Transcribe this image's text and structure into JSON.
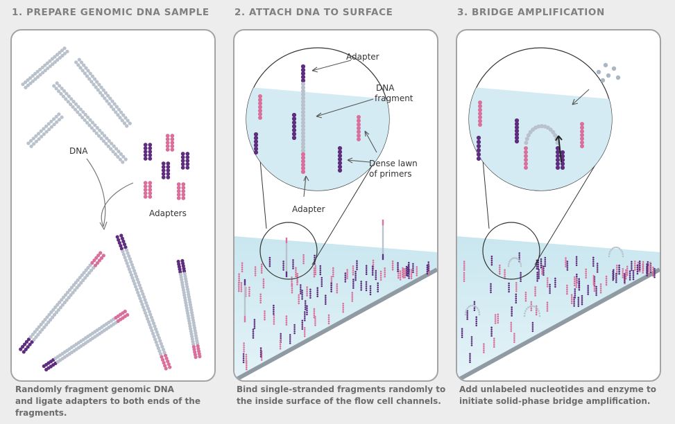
{
  "colors": {
    "adapter_dark": "#5e2d7e",
    "adapter_pink": "#d9709c",
    "dna": "#b8c1cc",
    "surface": "#cfe8f0"
  },
  "steps": [
    {
      "title": "1. PREPARE GENOMIC DNA SAMPLE",
      "labels": {
        "dna": "DNA",
        "adapters": "Adapters"
      },
      "caption": [
        "Randomly fragment genomic DNA",
        "and ligate adapters to both ends of the",
        "fragments."
      ]
    },
    {
      "title": "2. ATTACH DNA TO SURFACE",
      "labels": {
        "adapter_top": "Adapter",
        "dna_fragment_1": "DNA",
        "dna_fragment_2": "fragment",
        "lawn_1": "Dense lawn",
        "lawn_2": "of primers",
        "adapter_bottom": "Adapter"
      },
      "caption": [
        "Bind single-stranded fragments randomly to",
        "the inside surface of the flow cell channels."
      ]
    },
    {
      "title": "3. BRIDGE AMPLIFICATION",
      "labels": {},
      "caption": [
        "Add unlabeled nucleotides and enzyme to",
        "initiate solid-phase bridge amplification."
      ]
    }
  ]
}
